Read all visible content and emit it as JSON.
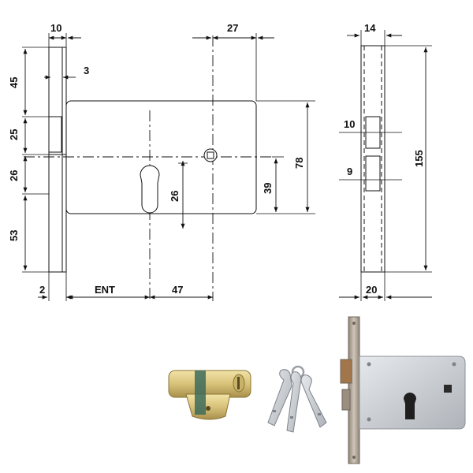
{
  "drawing": {
    "front_view": {
      "dims": {
        "faceplate_width": "10",
        "backset_to_square": "27",
        "faceplate_offset": "3",
        "top_to_latch": "45",
        "latch_height": "25",
        "latch_to_center": "26",
        "center_to_bottom": "53",
        "cylinder_offset": "26",
        "half_height": "39",
        "case_height": "78",
        "faceplate_thickness": "2",
        "entrance": "ENT",
        "cylinder_to_square": "47"
      }
    },
    "side_view": {
      "dims": {
        "top_width": "14",
        "latch_hole": "10",
        "bolt_hole": "9",
        "total_height": "155",
        "bottom_width": "20"
      }
    }
  },
  "colors": {
    "line": "#111111",
    "brass": "#d8c27a",
    "steel": "#c9cdd2",
    "faceplate": "#b9b1a3"
  },
  "icons": {
    "cylinder": "euro-cylinder-icon",
    "keys": "keys-icon",
    "lock": "mortise-lock-icon"
  }
}
